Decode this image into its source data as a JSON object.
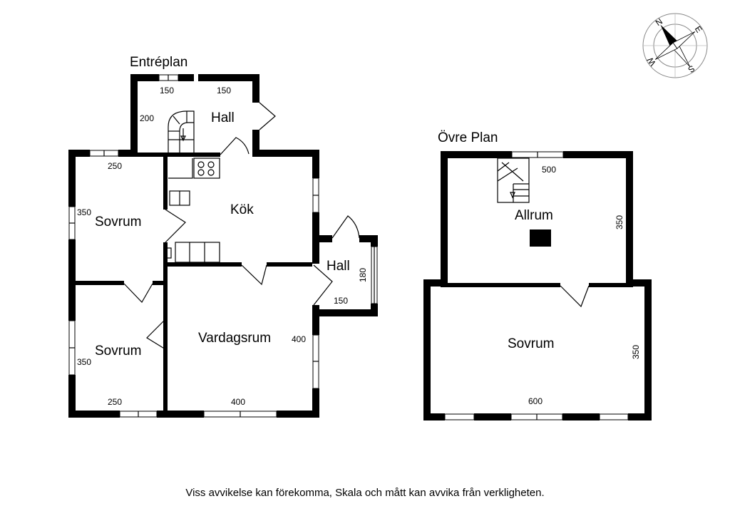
{
  "disclaimer": "Viss avvikelse kan förekomma, Skala och mått kan avvika från verkligheten.",
  "compass": {
    "n": "N",
    "e": "E",
    "s": "S",
    "w": "W"
  },
  "ground": {
    "title": "Entréplan",
    "rooms": {
      "hall_top": "Hall",
      "kok": "Kök",
      "sovrum_upper": "Sovrum",
      "sovrum_lower": "Sovrum",
      "vardagsrum": "Vardagsrum",
      "hall_side": "Hall"
    },
    "dims": {
      "hall_w1": "150",
      "hall_w2": "150",
      "hall_h": "200",
      "sov1_w": "250",
      "sov1_h": "350",
      "sov2_h": "350",
      "sov2_w": "250",
      "vard_w": "400",
      "vard_h": "400",
      "hall2_h": "180",
      "hall2_w": "150"
    }
  },
  "upper": {
    "title": "Övre Plan",
    "rooms": {
      "allrum": "Allrum",
      "sovrum": "Sovrum"
    },
    "dims": {
      "allrum_w": "500",
      "allrum_h": "350",
      "sovrum_h": "350",
      "sovrum_w": "600"
    }
  }
}
